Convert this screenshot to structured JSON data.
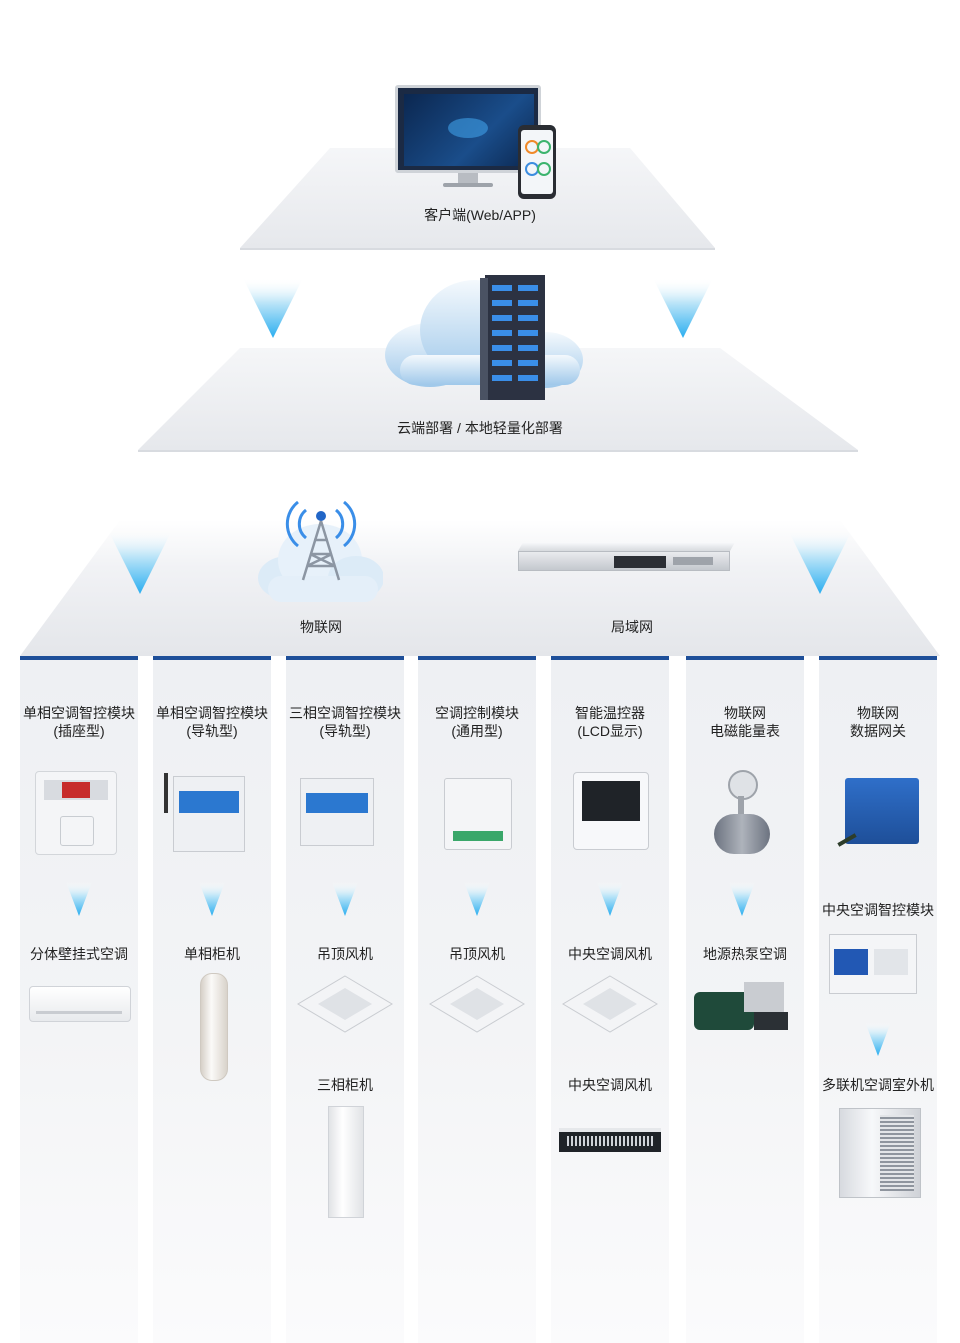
{
  "top": {
    "client_label": "客户端(Web/APP)"
  },
  "cloud": {
    "deploy_label": "云端部署 / 本地轻量化部署"
  },
  "network": {
    "iot_label": "物联网",
    "lan_label": "局域网"
  },
  "columns": [
    {
      "title_line1": "单相空调智控模块",
      "title_line2": "(插座型)",
      "items": [
        "分体壁挂式空调"
      ]
    },
    {
      "title_line1": "单相空调智控模块",
      "title_line2": "(导轨型)",
      "items": [
        "单相柜机"
      ]
    },
    {
      "title_line1": "三相空调智控模块",
      "title_line2": "(导轨型)",
      "items": [
        "吊顶风机",
        "三相柜机"
      ]
    },
    {
      "title_line1": "空调控制模块",
      "title_line2": "(通用型)",
      "items": [
        "吊顶风机"
      ]
    },
    {
      "title_line1": "智能温控器",
      "title_line2": "(LCD显示)",
      "items": [
        "中央空调风机",
        "中央空调风机"
      ]
    },
    {
      "title_line1": "物联网",
      "title_line2": "电磁能量表",
      "items": [
        "地源热泵空调"
      ]
    },
    {
      "title_line1": "物联网",
      "title_line2": "数据网关",
      "items": [
        "中央空调智控模块",
        "多联机空调室外机"
      ]
    }
  ],
  "colors": {
    "accent": "#1e4f99",
    "arrow": "#35b4ee",
    "platform": "#eceef2"
  }
}
